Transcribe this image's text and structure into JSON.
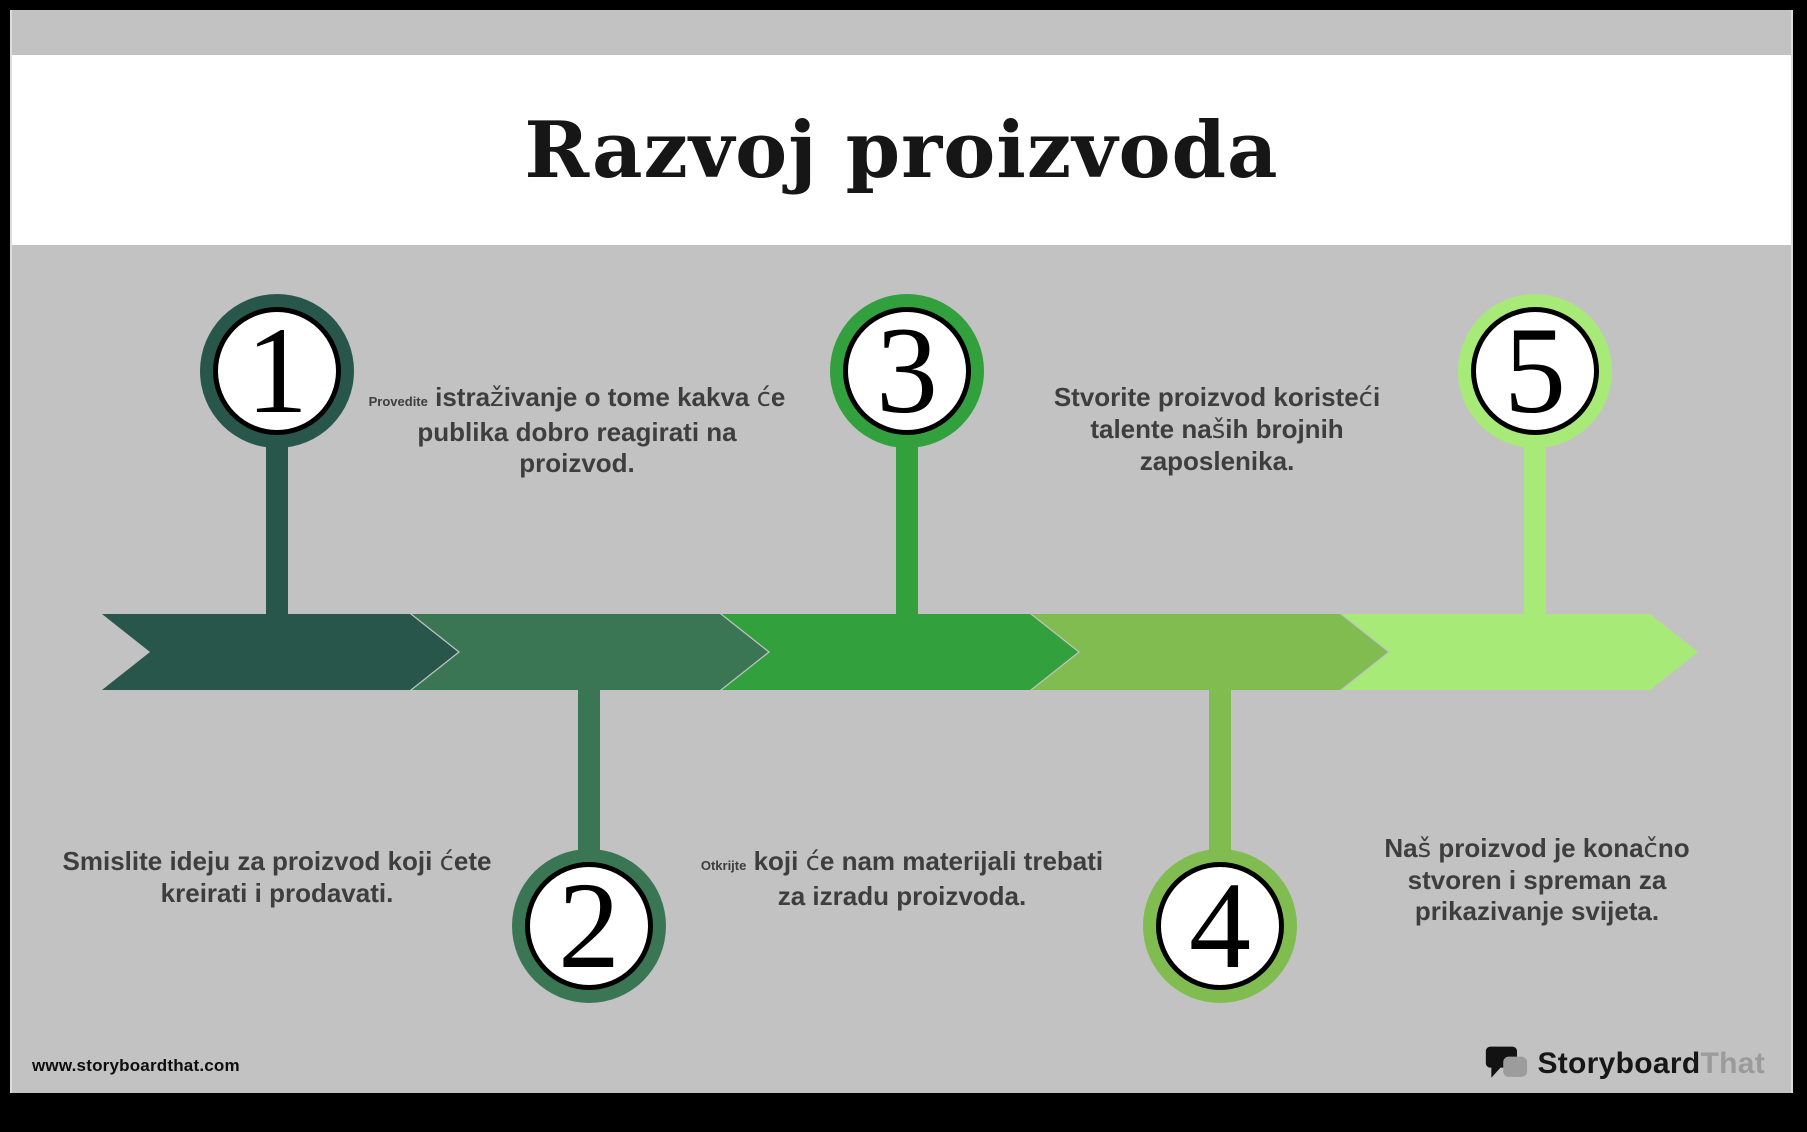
{
  "header": {
    "title": "Razvoj proizvoda"
  },
  "steps": [
    {
      "number": "1",
      "color": "#28564a",
      "desc_lead": "",
      "desc": "Smislite ideju za proizvod koji ćete kreirati i prodavati."
    },
    {
      "number": "2",
      "color": "#3a7653",
      "desc_lead": "Provedite",
      "desc": "istraživanje o tome kakva će publika dobro reagirati na proizvod."
    },
    {
      "number": "3",
      "color": "#31a03d",
      "desc_lead": "Otkrijte",
      "desc": "koji će nam materijali trebati za izradu proizvoda."
    },
    {
      "number": "4",
      "color": "#80bc50",
      "desc_lead": "",
      "desc": "Stvorite proizvod koristeći talente naših brojnih zaposlenika."
    },
    {
      "number": "5",
      "color": "#a8ea78",
      "desc_lead": "",
      "desc": "Naš proizvod je konačno stvoren i spreman za prikazivanje svijeta."
    }
  ],
  "footer": {
    "url": "www.storyboardthat.com",
    "logo_text_black": "Storyboard",
    "logo_text_gray": "That"
  },
  "colors": {
    "frame": "#000000",
    "background": "#c2c2c2",
    "title_band": "#ffffff",
    "body_text": "#3e3e3e",
    "logo_gray": "#9b9b9b"
  }
}
